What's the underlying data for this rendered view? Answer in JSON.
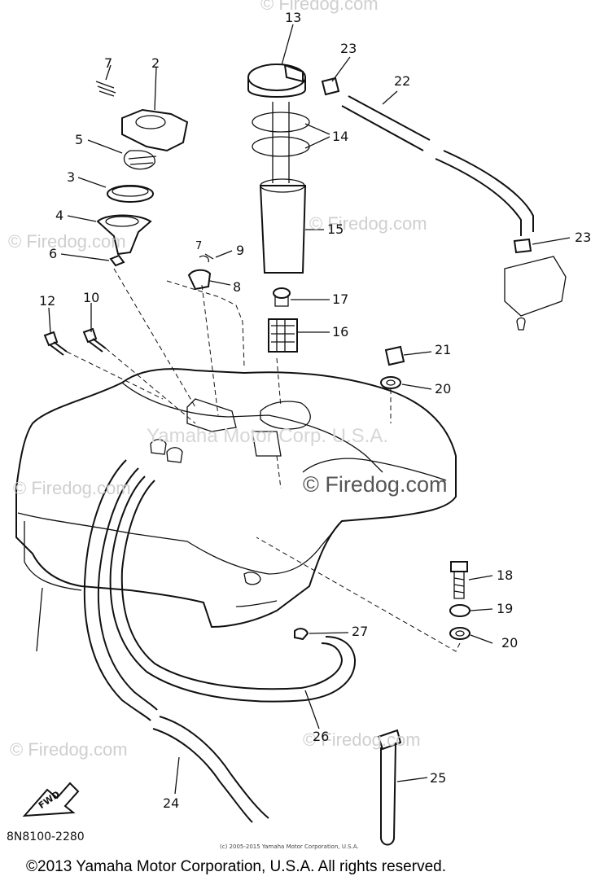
{
  "watermarks": {
    "top": "© Firedog.com",
    "left_mid": "© Firedog.com",
    "center_mid": "© Firedog.com",
    "left_low": "© Firedog.com",
    "right_big": "© Firedog.com",
    "bottom_left": "© Firedog.com",
    "bottom_right": "© Firedog.com",
    "corp_overlay": "Yamaha Motor Corp. U.S.A."
  },
  "callouts": {
    "c2": "2",
    "c3": "3",
    "c4": "4",
    "c5": "5",
    "c6": "6",
    "c7a": "7",
    "c7b": "7",
    "c8": "8",
    "c9": "9",
    "c10": "10",
    "c12": "12",
    "c13": "13",
    "c14": "14",
    "c15": "15",
    "c16": "16",
    "c17": "17",
    "c18": "18",
    "c19": "19",
    "c20a": "20",
    "c20b": "20",
    "c21": "21",
    "c22": "22",
    "c23a": "23",
    "c23b": "23",
    "c24": "24",
    "c25": "25",
    "c26": "26",
    "c27": "27"
  },
  "fwd_arrow_label": "FWD",
  "diagram_code": "8N8100-2280",
  "small_copyright": "(c) 2005-2015 Yamaha Motor Corporation, U.S.A.",
  "footer": "©2013 Yamaha Motor Corporation, U.S.A. All rights reserved."
}
